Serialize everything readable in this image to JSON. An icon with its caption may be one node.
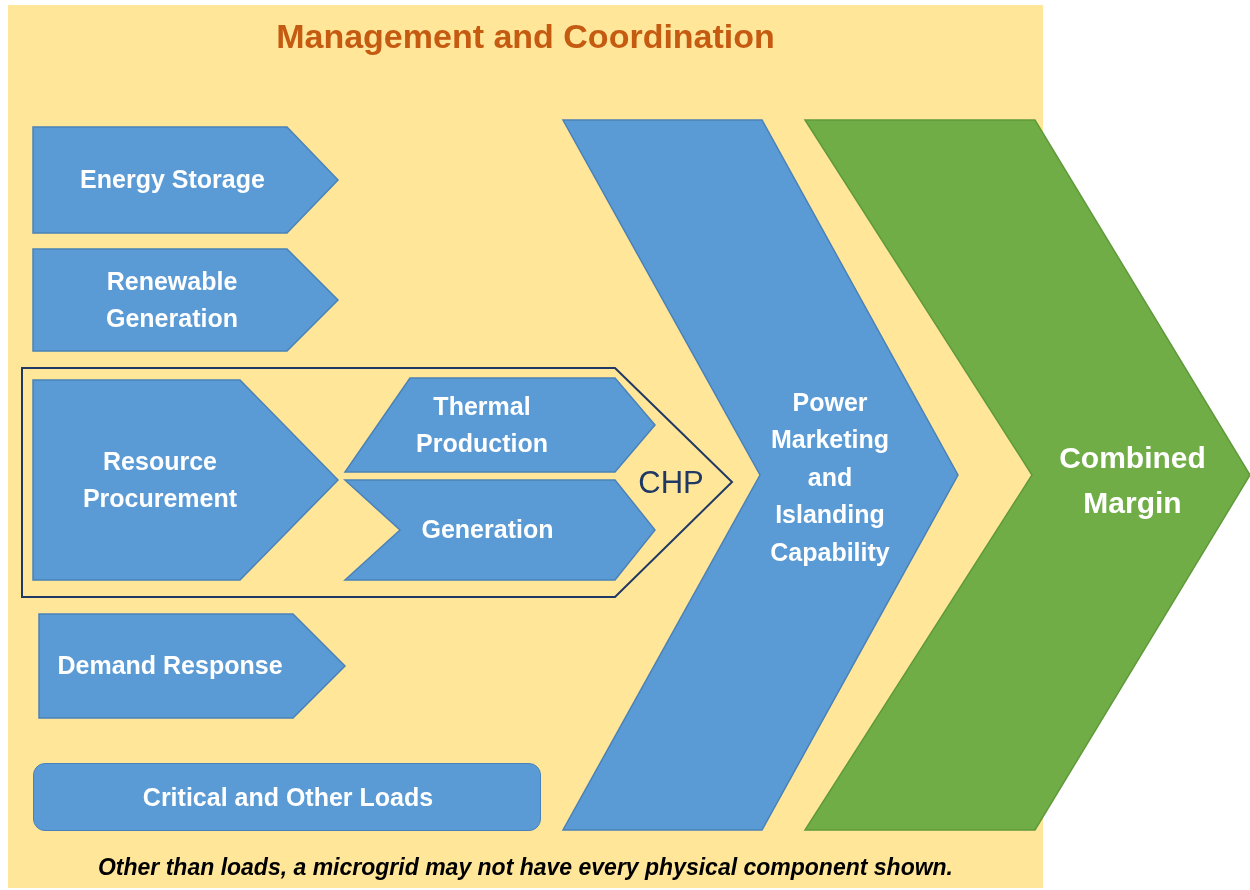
{
  "diagram": {
    "nodes": [
      {
        "text": [
          "Management and Coordination",
          "Other than loads, a microgrid may not have every physical component shown."
        ]
      },
      {
        "text": [
          "Energy Storage"
        ],
        "in": 0
      },
      {
        "text": [
          "Renewable Generation"
        ],
        "in": 0
      },
      {
        "text": [
          "CHP"
        ],
        "in": 0
      },
      {
        "text": [
          "Resource Procurement"
        ],
        "in": 3
      },
      {
        "text": [
          "Thermal Production"
        ],
        "in": 3
      },
      {
        "text": [
          "Generation"
        ],
        "in": 3
      },
      {
        "text": [
          "Demand Response"
        ],
        "in": 0
      },
      {
        "text": [
          "Critical and Other Loads"
        ],
        "in": 0
      },
      {
        "text": [
          "Power Marketing and Islanding Capability"
        ],
        "in": 0
      },
      {
        "text": [
          "Combined Margin"
        ]
      }
    ],
    "edges": []
  }
}
